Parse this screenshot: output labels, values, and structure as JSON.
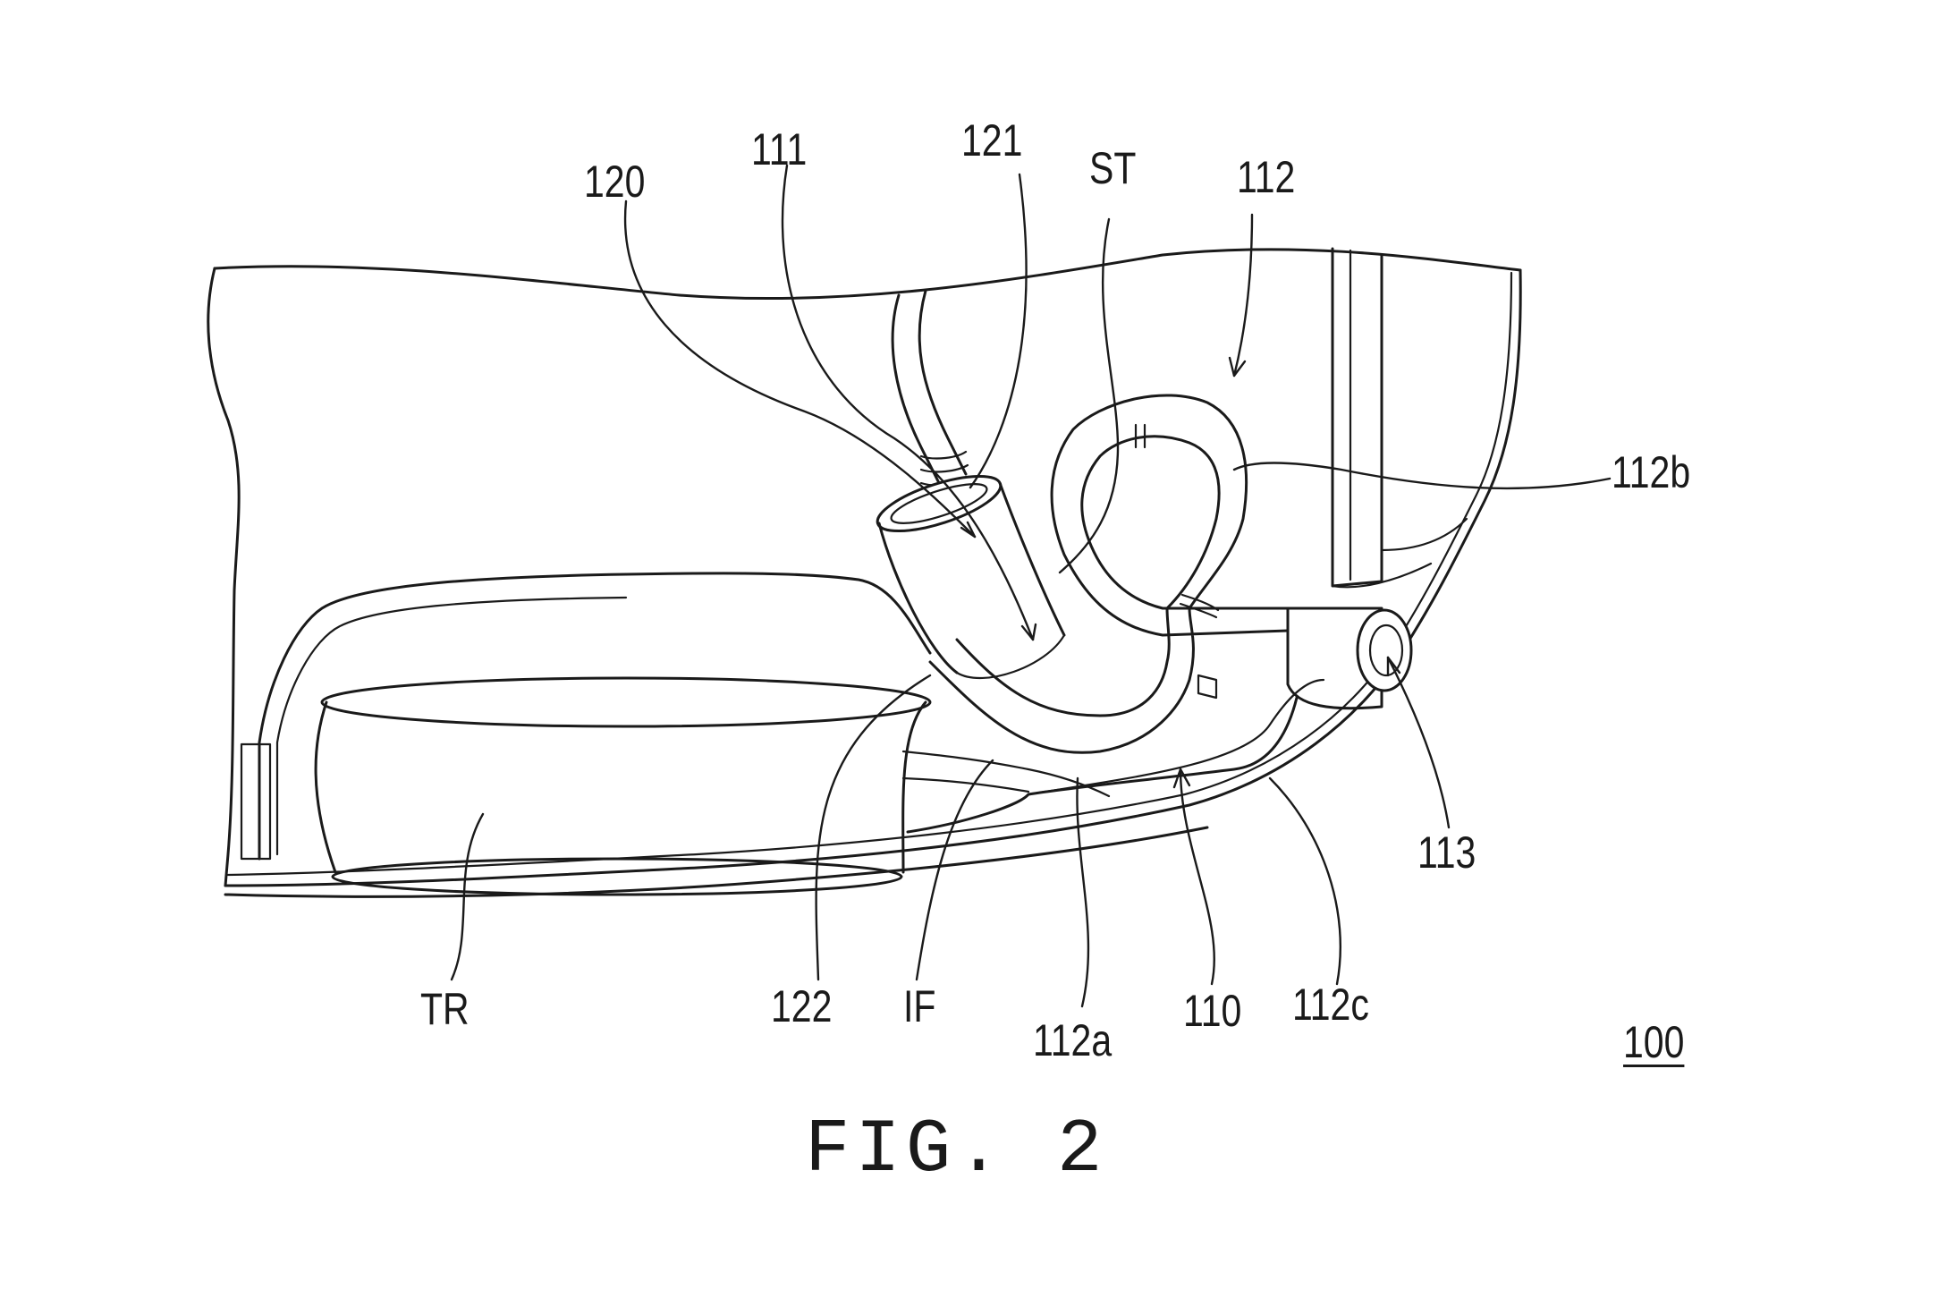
{
  "figure": {
    "caption": "FIG. 2",
    "assembly_number": "100"
  },
  "reference_labels": {
    "r120": "120",
    "r111": "111",
    "r121": "121",
    "rST": "ST",
    "r112": "112",
    "r112b": "112b",
    "r113": "113",
    "rTR": "TR",
    "r122": "122",
    "rIF": "IF",
    "r112a": "112a",
    "r110": "110",
    "r112c": "112c"
  }
}
